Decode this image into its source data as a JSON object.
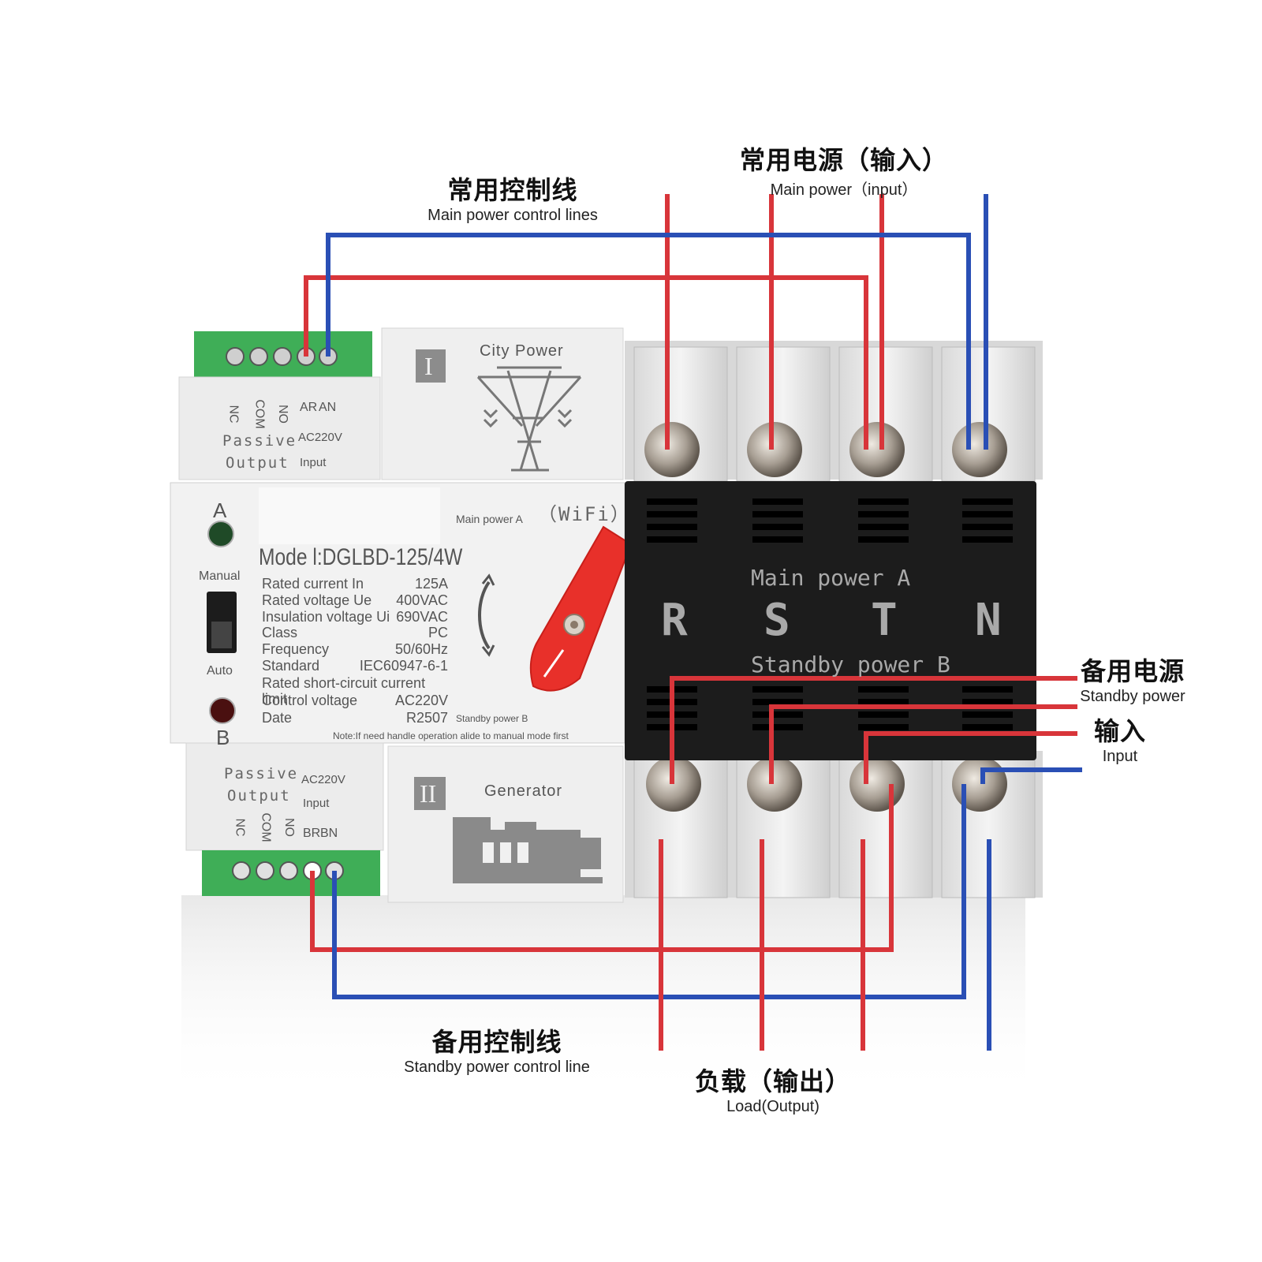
{
  "colors": {
    "phase_wire": "#d8353a",
    "neutral_wire": "#2a4fb5",
    "terminal_green": "#3fae57",
    "housing_black": "#1c1c1c",
    "handle_red": "#e8302a"
  },
  "callouts": {
    "main_control": {
      "zh": "常用控制线",
      "en": "Main power control lines"
    },
    "main_power": {
      "zh": "常用电源（输入）",
      "en": "Main power（input）"
    },
    "standby_power": {
      "zh": "备用电源",
      "en": "Standby power"
    },
    "input": {
      "zh": "输入",
      "en": "Input"
    },
    "standby_control": {
      "zh": "备用控制线",
      "en": "Standby power control line"
    },
    "load": {
      "zh": "负载（输出）",
      "en": "Load(Output)"
    }
  },
  "top_module": {
    "terminals": [
      "NC",
      "COM",
      "NO",
      "AR",
      "AN"
    ],
    "passive": "Passive",
    "output": "Output",
    "voltage": "AC220V",
    "input": "Input",
    "roman": "I",
    "source": "City Power",
    "tower_icon": "power-tower-icon"
  },
  "bottom_module": {
    "terminals": [
      "NC",
      "COM",
      "NO",
      "BR",
      "BN"
    ],
    "passive": "Passive",
    "output": "Output",
    "voltage": "AC220V",
    "input": "Input",
    "roman": "II",
    "source": "Generator",
    "generator_icon": "generator-icon"
  },
  "front_panel": {
    "label_a": "A",
    "label_b": "B",
    "manual": "Manual",
    "auto": "Auto",
    "model": "Mode l:DGLBD-125/4W",
    "main_power_a": "Main power A",
    "wifi": "（WiFi）",
    "standby_power_b": "Standby power B",
    "note": "Note:If need handle operation alide to manual mode first",
    "specs": [
      {
        "label": "Rated current In",
        "value": "125A"
      },
      {
        "label": "Rated voltage Ue",
        "value": "400VAC"
      },
      {
        "label": "Insulation voltage Ui",
        "value": "690VAC"
      },
      {
        "label": "Class",
        "value": "PC"
      },
      {
        "label": "Frequency",
        "value": "50/60Hz"
      },
      {
        "label": "Standard",
        "value": "IEC60947-6-1"
      },
      {
        "label": "Rated short-circuit current limit",
        "value": ""
      },
      {
        "label": "Control voltage",
        "value": "AC220V"
      },
      {
        "label": "Date",
        "value": "R2507"
      }
    ]
  },
  "black_housing": {
    "main_power": "Main power  A",
    "standby_power": "Standby power B",
    "phases": [
      "R",
      "S",
      "T",
      "N"
    ]
  }
}
